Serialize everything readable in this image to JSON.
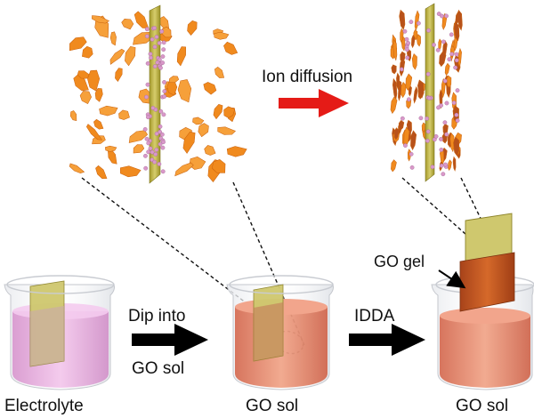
{
  "labels": {
    "ion_diffusion": "Ion diffusion",
    "dip_into": "Dip into",
    "go_sol_arrow": "GO sol",
    "idda": "IDDA",
    "go_gel": "GO gel",
    "electrolyte": "Electrolyte",
    "go_sol_middle": "GO sol",
    "go_sol_right": "GO sol"
  },
  "colors": {
    "flake": "#f08a1e",
    "flake_dark": "#c8600c",
    "flake_dense": "#b8521a",
    "electrode": "#b8ae3a",
    "electrode_face": "#d8d07a",
    "ion": "#d998c9",
    "electrolyte_liquid": "#e9a6de",
    "go_sol_liquid": "#e5856a",
    "gel": "#c4541b",
    "red_arrow": "#e51b17",
    "black_arrow": "#000000",
    "beaker": "#c9ccd2"
  }
}
